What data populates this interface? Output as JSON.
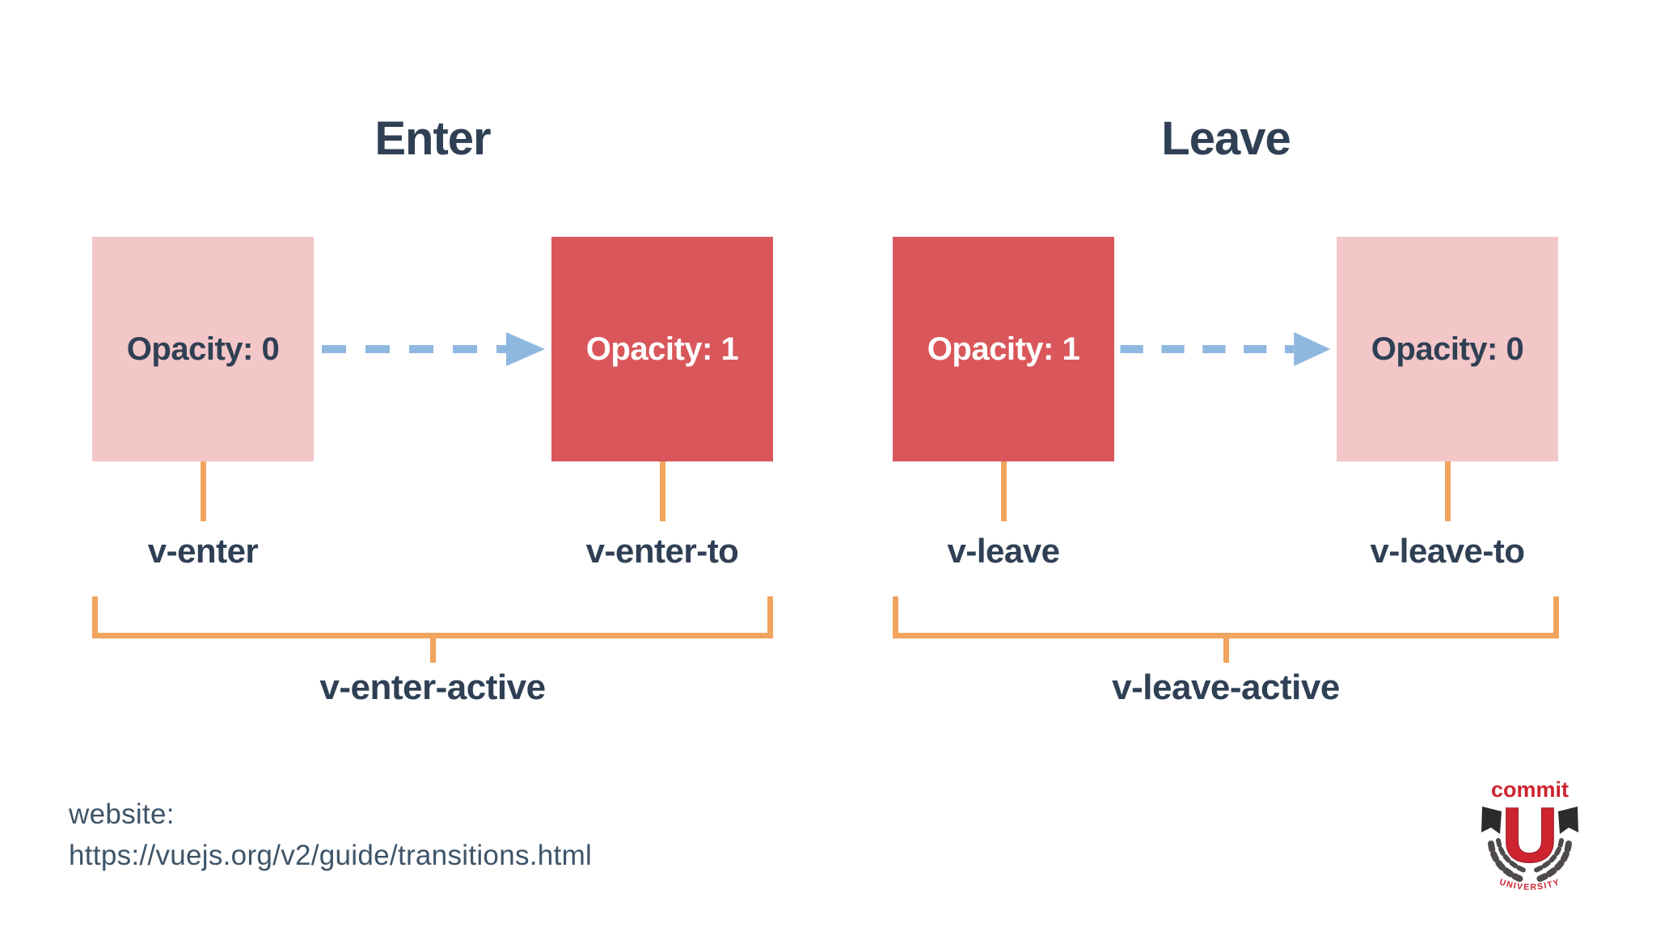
{
  "colors": {
    "bg": "#ffffff",
    "pink": "#f3c6c8",
    "red": "#d9575b",
    "navy": "#2f4054",
    "orange": "#f1a45d",
    "blue": "#8fb8e0",
    "slate": "#3e5468",
    "logo-red": "#cd2430",
    "logo-dark": "#2d2a2a",
    "wreath": "#4f4b4b"
  },
  "panels": [
    {
      "title": "Enter",
      "from_box": {
        "text": "Opacity: 0",
        "tone": "faded"
      },
      "to_box": {
        "text": "Opacity: 1",
        "tone": "solid"
      },
      "from_label": "v-enter",
      "to_label": "v-enter-to",
      "active_label": "v-enter-active"
    },
    {
      "title": "Leave",
      "from_box": {
        "text": "Opacity: 1",
        "tone": "solid"
      },
      "to_box": {
        "text": "Opacity: 0",
        "tone": "faded"
      },
      "from_label": "v-leave",
      "to_label": "v-leave-to",
      "active_label": "v-leave-active"
    }
  ],
  "footer": {
    "website_label": "website:",
    "website_url": "https://vuejs.org/v2/guide/transitions.html"
  },
  "logo": {
    "top_text": "commit",
    "letter": "U",
    "bottom_text": "UNIVERSITY"
  }
}
